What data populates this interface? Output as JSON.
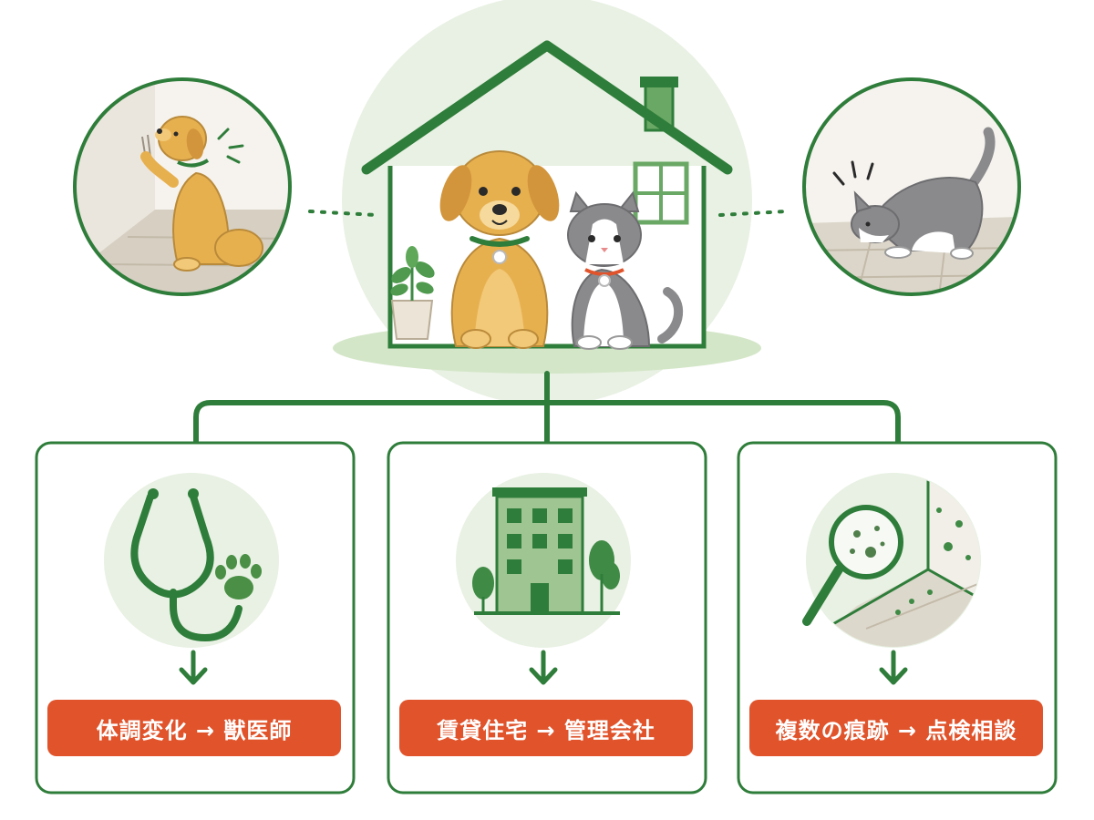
{
  "colors": {
    "primary_green": "#2f7d3a",
    "light_green": "#e8f1e3",
    "accent_orange": "#e0532b",
    "dog_tan": "#e7b04f",
    "cat_gray": "#8a8a8d",
    "floor_beige": "#ddd8cc"
  },
  "icons": {
    "scene_left": "dog-scratching-wall-icon",
    "scene_center": "house-with-dog-and-cat-icon",
    "scene_right": "cat-sniffing-floor-icon",
    "card1": "stethoscope-paw-icon",
    "card2": "apartment-building-icon",
    "card3": "magnifier-stains-icon",
    "arrow": "arrow-down-icon"
  },
  "cards": [
    {
      "label": "体調変化 → 獣医師"
    },
    {
      "label": "賃貸住宅 → 管理会社"
    },
    {
      "label": "複数の痕跡 → 点検相談"
    }
  ]
}
